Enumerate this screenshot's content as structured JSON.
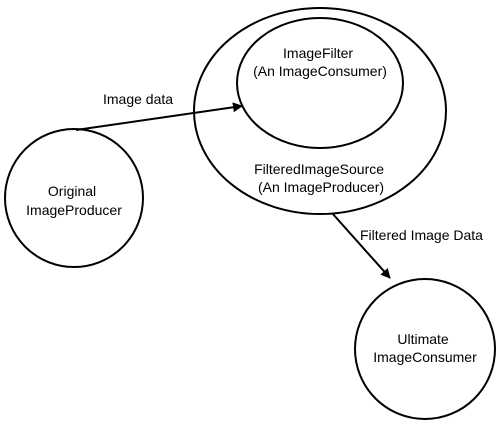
{
  "diagram": {
    "nodes": {
      "original_producer": {
        "lines": [
          "Original",
          "ImageProducer"
        ]
      },
      "filtered_source": {
        "lines": [
          "FilteredImageSource",
          "(An ImageProducer)"
        ]
      },
      "image_filter": {
        "lines": [
          "ImageFilter",
          "(An ImageConsumer)"
        ]
      },
      "ultimate_consumer": {
        "lines": [
          "Ultimate",
          "ImageConsumer"
        ]
      }
    },
    "edges": {
      "image_data": {
        "label": "Image data"
      },
      "filtered_image_data": {
        "label": "Filtered Image Data"
      }
    }
  },
  "colors": {
    "stroke": "#000000",
    "background": "#ffffff"
  }
}
